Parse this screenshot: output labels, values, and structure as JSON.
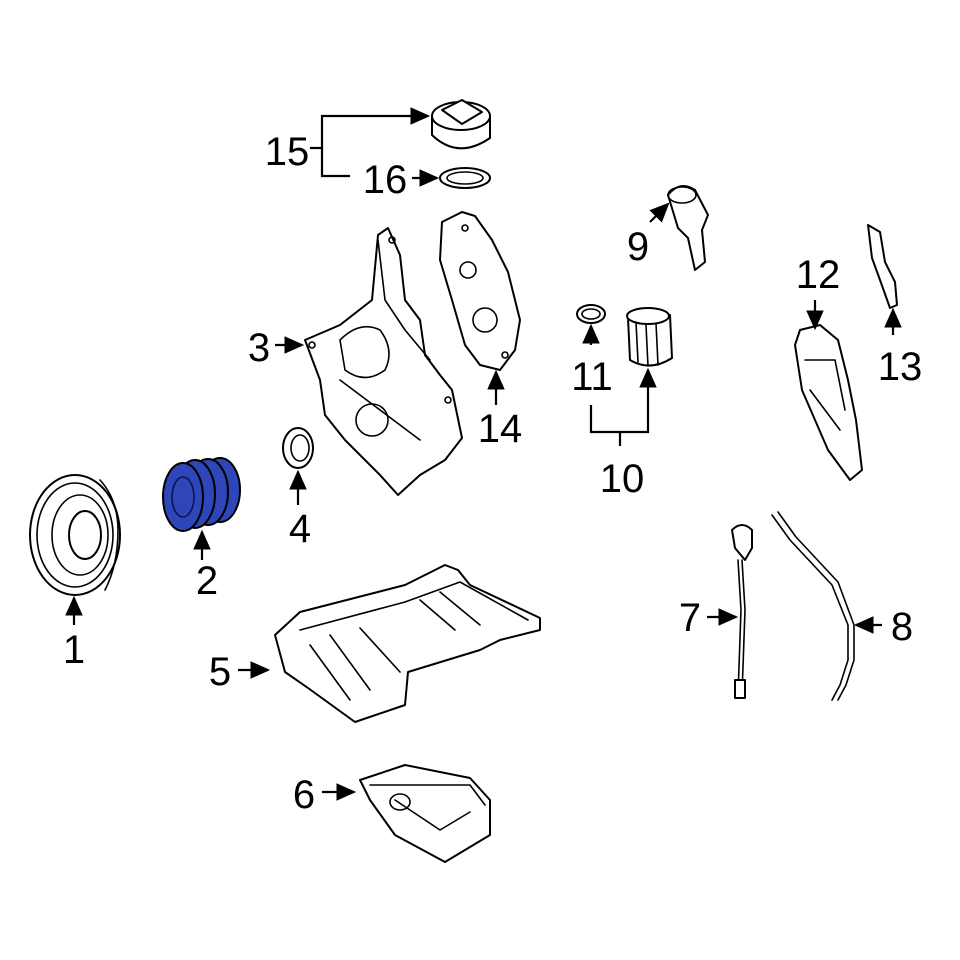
{
  "callouts": [
    {
      "id": "1",
      "label": "1"
    },
    {
      "id": "2",
      "label": "2"
    },
    {
      "id": "3",
      "label": "3"
    },
    {
      "id": "4",
      "label": "4"
    },
    {
      "id": "5",
      "label": "5"
    },
    {
      "id": "6",
      "label": "6"
    },
    {
      "id": "7",
      "label": "7"
    },
    {
      "id": "8",
      "label": "8"
    },
    {
      "id": "9",
      "label": "9"
    },
    {
      "id": "10",
      "label": "10"
    },
    {
      "id": "11",
      "label": "11"
    },
    {
      "id": "12",
      "label": "12"
    },
    {
      "id": "13",
      "label": "13"
    },
    {
      "id": "14",
      "label": "14"
    },
    {
      "id": "15",
      "label": "15"
    },
    {
      "id": "16",
      "label": "16"
    }
  ],
  "highlighted_part": "2",
  "colors": {
    "highlight": "#2f46b8",
    "line": "#000000",
    "background": "#ffffff"
  }
}
